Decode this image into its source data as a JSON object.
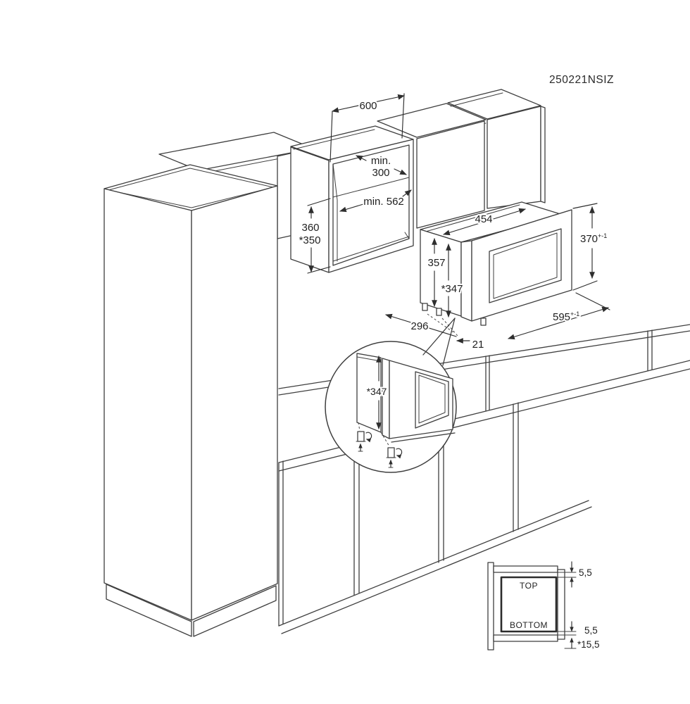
{
  "meta": {
    "drawing_code": "250221NSIZ"
  },
  "dims": {
    "cabinet_width": "600",
    "min_label": "min.",
    "min_height": "300",
    "min_depth": "min. 562",
    "niche_height": "360",
    "niche_height_alt": "*350",
    "mw_width": "454",
    "mw_height": "357",
    "mw_height_adjusted": "*347",
    "front_height": "370",
    "front_height_tol": "+-1",
    "front_width": "595",
    "front_width_tol": "+-1",
    "bottom_depth": "296",
    "front_gap": "21",
    "detail_height": "*347"
  },
  "section": {
    "top_label": "TOP",
    "bottom_label": "BOTTOM",
    "gap_top": "5,5",
    "gap_bottom": "5,5",
    "gap_bottom_adjusted": "*15,5"
  },
  "colors": {
    "line": "#3f3f3f",
    "background": "#ffffff",
    "text": "#1f1f1f"
  }
}
